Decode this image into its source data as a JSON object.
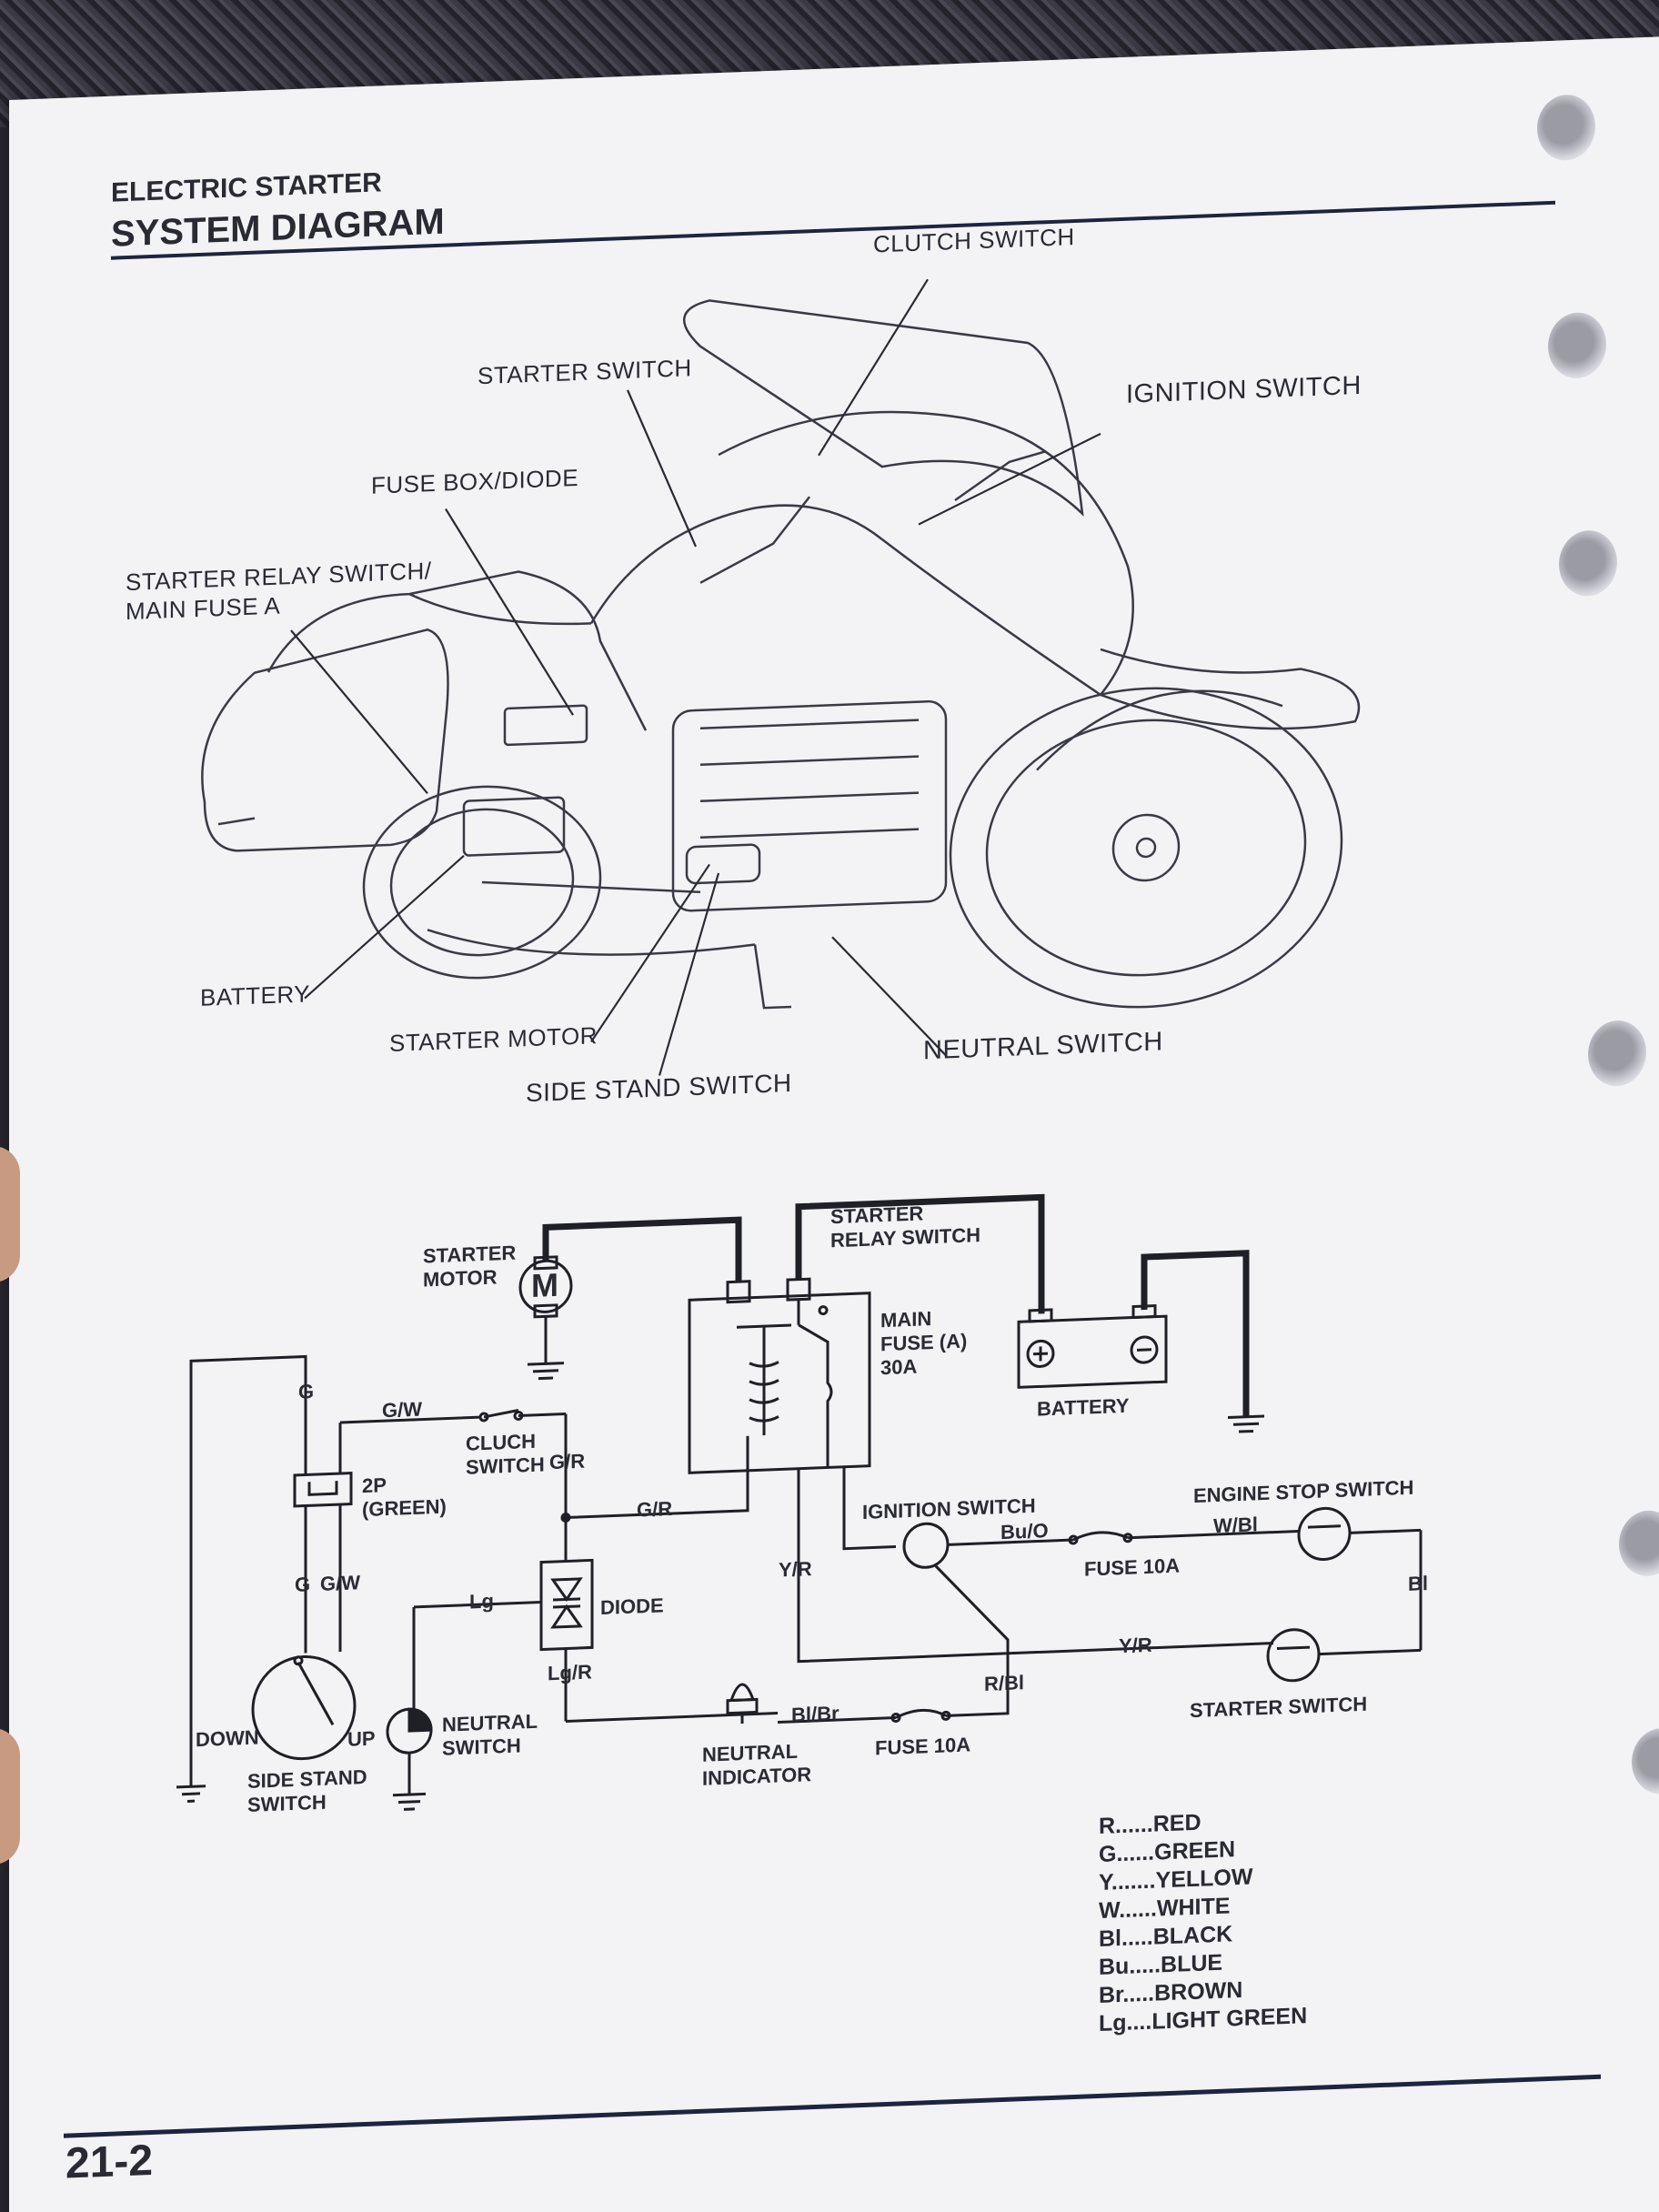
{
  "header": {
    "section": "ELECTRIC STARTER",
    "title": "SYSTEM DIAGRAM"
  },
  "illustration_labels": {
    "clutch_switch": "CLUTCH SWITCH",
    "starter_switch": "STARTER SWITCH",
    "ignition_switch": "IGNITION SWITCH",
    "fuse_box": "FUSE BOX/DIODE",
    "starter_relay_1": "STARTER RELAY SWITCH/",
    "starter_relay_2": "MAIN FUSE A",
    "battery": "BATTERY",
    "starter_motor": "STARTER MOTOR",
    "side_stand_switch": "SIDE STAND SWITCH",
    "neutral_switch": "NEUTRAL SWITCH"
  },
  "schematic": {
    "starter_motor": [
      "STARTER",
      "MOTOR"
    ],
    "motor_symbol": "M",
    "starter_relay": [
      "STARTER",
      "RELAY SWITCH"
    ],
    "main_fuse": [
      "MAIN",
      "FUSE (A)",
      "30A"
    ],
    "battery": "BATTERY",
    "connector": [
      "2P",
      "(GREEN)"
    ],
    "clutch_switch": [
      "CLUCH",
      "SWITCH"
    ],
    "diode": "DIODE",
    "ignition_switch": "IGNITION SWITCH",
    "engine_stop_switch": "ENGINE STOP SWITCH",
    "fuse_10a_upper": "FUSE 10A",
    "fuse_10a_lower": "FUSE 10A",
    "starter_switch": "STARTER SWITCH",
    "neutral_indicator": [
      "NEUTRAL",
      "INDICATOR"
    ],
    "neutral_switch": [
      "NEUTRAL",
      "SWITCH"
    ],
    "side_stand_switch": [
      "SIDE STAND",
      "SWITCH"
    ],
    "down": "DOWN",
    "up": "UP",
    "wires": {
      "g_top": "G",
      "gw_top": "G/W",
      "gr_clutch": "G/R",
      "gr_relay": "G/R",
      "g_bottom": "G",
      "gw_bottom": "G/W",
      "lg": "Lg",
      "lgr": "Lg/R",
      "yr_vertical": "Y/R",
      "yr_horizontal": "Y/R",
      "buo": "Bu/O",
      "wbl": "W/Bl",
      "bl": "Bl",
      "rbl": "R/Bl",
      "blbr": "Bl/Br"
    }
  },
  "legend": [
    "R......RED",
    "G......GREEN",
    "Y.......YELLOW",
    "W......WHITE",
    "Bl.....BLACK",
    "Bu.....BLUE",
    "Br.....BROWN",
    "Lg....LIGHT GREEN"
  ],
  "page_number": "21-2"
}
